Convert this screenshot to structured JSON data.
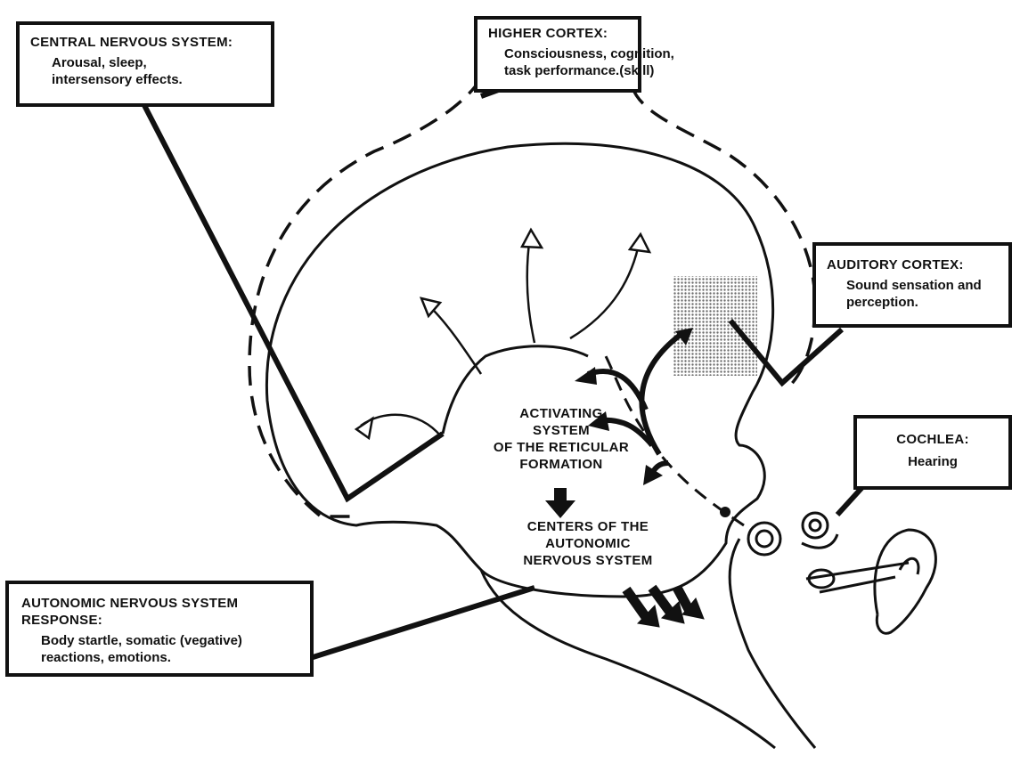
{
  "boxes": {
    "cns": {
      "title": "CENTRAL NERVOUS SYSTEM:",
      "body": "Arousal, sleep,\nintersensory effects."
    },
    "cortex": {
      "title": "HIGHER CORTEX:",
      "body": "Consciousness, cognition,\ntask performance.(skill)"
    },
    "auditory": {
      "title": "AUDITORY CORTEX:",
      "body": "Sound sensation and\nperception."
    },
    "cochlea": {
      "title": "COCHLEA:",
      "body": "Hearing"
    },
    "ans": {
      "title": "AUTONOMIC NERVOUS SYSTEM\nRESPONSE:",
      "body": "Body startle, somatic (vegative)\nreactions, emotions."
    }
  },
  "labels": {
    "reticular": "ACTIVATING\nSYSTEM\nOF THE RETICULAR\nFORMATION",
    "autonomic_centers": "CENTERS OF THE\nAUTONOMIC\nNERVOUS SYSTEM"
  },
  "colors": {
    "ink": "#111111",
    "shading": "#8a8a8a"
  }
}
